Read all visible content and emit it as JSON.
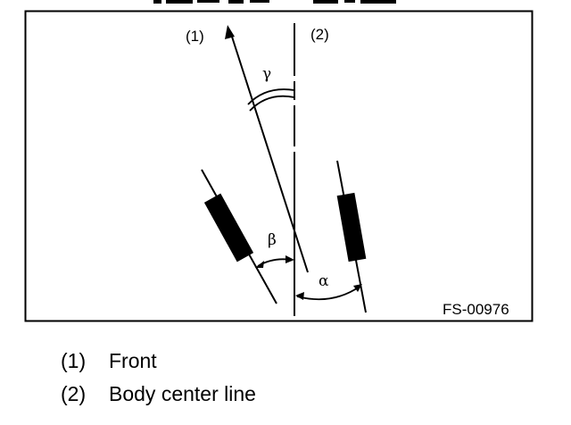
{
  "diagram": {
    "callouts": {
      "front": "(1)",
      "center_line": "(2)"
    },
    "angles": {
      "gamma": "γ",
      "beta": "β",
      "alpha": "α"
    },
    "figure_code": "FS-00976"
  },
  "legend": [
    {
      "number": "(1)",
      "text": "Front"
    },
    {
      "number": "(2)",
      "text": "Body center line"
    }
  ]
}
